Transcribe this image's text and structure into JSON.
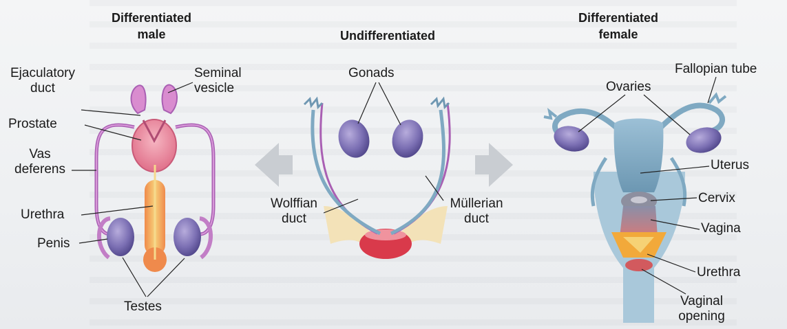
{
  "headers": {
    "male_line1": "Differentiated",
    "male_line2": "male",
    "undiff": "Undifferentiated",
    "female_line1": "Differentiated",
    "female_line2": "female"
  },
  "male_labels": {
    "ejaculatory_1": "Ejaculatory",
    "ejaculatory_2": "duct",
    "seminal_1": "Seminal",
    "seminal_2": "vesicle",
    "prostate": "Prostate",
    "vas_1": "Vas",
    "vas_2": "deferens",
    "urethra": "Urethra",
    "penis": "Penis",
    "testes": "Testes"
  },
  "undiff_labels": {
    "gonads": "Gonads",
    "wolffian_1": "Wolffian",
    "wolffian_2": "duct",
    "mullerian_1": "Müllerian",
    "mullerian_2": "duct"
  },
  "female_labels": {
    "fallopian": "Fallopian tube",
    "ovaries": "Ovaries",
    "uterus": "Uterus",
    "cervix": "Cervix",
    "vagina": "Vagina",
    "urethra": "Urethra",
    "vaginal_1": "Vaginal",
    "vaginal_2": "opening"
  },
  "colors": {
    "duct_purple": "#b06ab8",
    "gonad_violet": "#6f63a8",
    "female_blue": "#7fa9c2",
    "prostate_pink": "#e48aa0",
    "penis_orange": "#f2b35a",
    "arrow_gray": "#c9cdd2"
  }
}
